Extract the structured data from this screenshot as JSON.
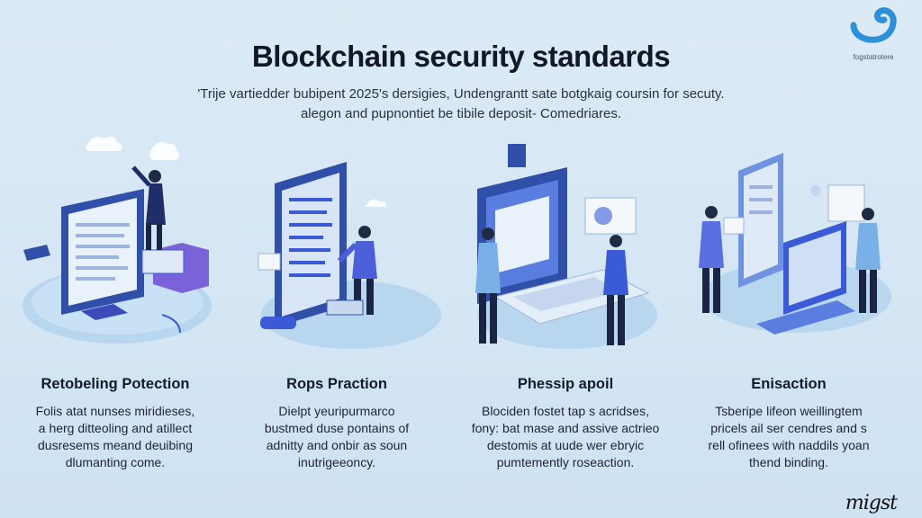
{
  "title": "Blockchain security standards",
  "subtitle_lines": [
    "'Trije vartiedder bubipent 2025's dersigies, Undengrantt sate botgkaig coursin for secuty.",
    "alegon and pupnontiet be tibile deposit- Comedriares."
  ],
  "brand": {
    "caption": "fogstatrotere",
    "icon": "swirl-logo-icon",
    "color": "#2f8fd8"
  },
  "signature": "migst",
  "colors": {
    "accent": "#3b5bd6",
    "screen": "#2f4fa8",
    "platform": "#b9d6ef",
    "purple": "#7a63d8"
  },
  "features": [
    {
      "title": "Retobeling Potection",
      "lines": [
        "Folis atat nunses miridieses,",
        "a herg ditteoling and atillect",
        "dusresems meand deuibing",
        "dlumanting come."
      ],
      "illustration": "computer-monitor-with-person-icon"
    },
    {
      "title": "Rops Praction",
      "lines": [
        "Dielpt yeuripurmarco",
        "bustmed duse pontains of",
        "adnitty and onbir as soun",
        "inutrigeeoncy."
      ],
      "illustration": "document-screen-with-person-icon"
    },
    {
      "title": "Phessip apoil",
      "lines": [
        "Blociden fostet tap s acridses,",
        "fony: bat mase and assive actrieo",
        "destomis at uude wer ebryic",
        "pumtemently roseaction."
      ],
      "illustration": "laptop-with-two-people-icon"
    },
    {
      "title": "Enisaction",
      "lines": [
        "Tsberipe lifeon weillingtem",
        "pricels ail ser cendres and s",
        "rell ofinees with naddils yoan",
        "thend binding."
      ],
      "illustration": "servers-with-two-people-icon"
    }
  ]
}
